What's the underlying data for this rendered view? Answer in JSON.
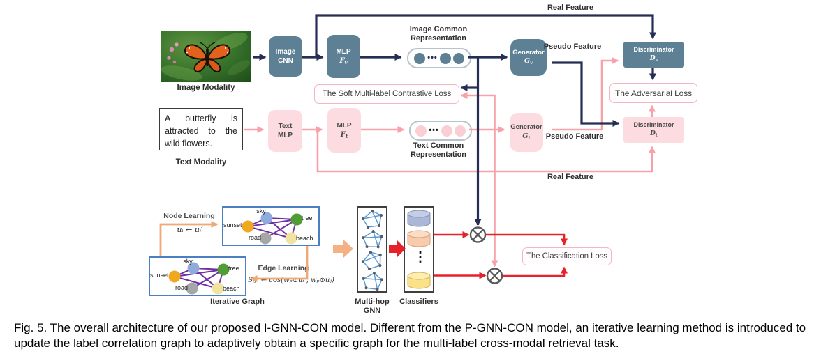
{
  "image_path": {
    "modality_label": "Image Modality",
    "cnn": {
      "line1": "Image",
      "line2": "CNN"
    },
    "mlp": {
      "line1": "MLP",
      "math_base": "F",
      "math_sub": "v"
    },
    "common_label_1": "Image Common",
    "common_label_2": "Representation",
    "capsule_dots": "•••",
    "generator": {
      "line1": "Generator",
      "math_base": "G",
      "math_sub": "v"
    },
    "discriminator": {
      "line1": "Discriminator",
      "math_base": "D",
      "math_sub": "v"
    },
    "real_feature": "Real Feature",
    "pseudo_feature": "Pseudo Feature"
  },
  "text_path": {
    "sample_text": "A butterfly is attracted to the wild flowers.",
    "modality_label": "Text Modality",
    "mlp1": {
      "line1": "Text",
      "line2": "MLP"
    },
    "mlp2": {
      "line1": "MLP",
      "math_base": "F",
      "math_sub": "t"
    },
    "common_label_1": "Text Common",
    "common_label_2": "Representation",
    "capsule_dots": "•••",
    "generator": {
      "line1": "Generator",
      "math_base": "G",
      "math_sub": "t"
    },
    "discriminator": {
      "line1": "Discriminator",
      "math_base": "D",
      "math_sub": "t"
    },
    "real_feature": "Real Feature",
    "pseudo_feature": "Pseudo Feature"
  },
  "losses": {
    "contrastive": "The Soft Multi-label Contrastive Loss",
    "adversarial": "The Adversarial Loss",
    "classification": "The Classification Loss"
  },
  "graph_module": {
    "node_learning": "Node Learning",
    "node_formula": "uᵢ ← uᵢ′",
    "edge_learning": "Edge Learning",
    "edge_formula": "Sᵢⱼᵖ ← cos(wₚ⊙uᵢ , wₚ⊙uⱼ)",
    "iterative_graph": "Iterative Graph",
    "nodes": [
      {
        "label": "sunset",
        "color": "#f0a81e"
      },
      {
        "label": "sky",
        "color": "#8faadc"
      },
      {
        "label": "tree",
        "color": "#4f9e35"
      },
      {
        "label": "road",
        "color": "#a6a6a6"
      },
      {
        "label": "beach",
        "color": "#f2e3a1"
      }
    ],
    "multihop_label_1": "Multi-hop",
    "multihop_label_2": "GNN",
    "classifiers_label": "Classifiers",
    "classifier_dots": "⋮"
  },
  "icons": {
    "fusion_operator_icon": "⊗"
  },
  "colors": {
    "navy": "#262e56",
    "steel_blue_box": "#5d8095",
    "pink_box": "#fcdce0",
    "pink_line": "#f7a2aa",
    "loss_border": "#f3b6c2",
    "red": "#e62129",
    "orange": "#f0a875",
    "graph_border": "#4a7fc1",
    "edge_purple": "#7030a0",
    "mini_graph_blue": "#5b9bd5"
  },
  "caption": "Fig. 5. The overall architecture of our proposed I-GNN-CON model. Different from the P-GNN-CON model, an iterative learning method is introduced to update the label correlation graph to adaptively obtain a specific graph for the multi-label cross-modal retrieval task."
}
